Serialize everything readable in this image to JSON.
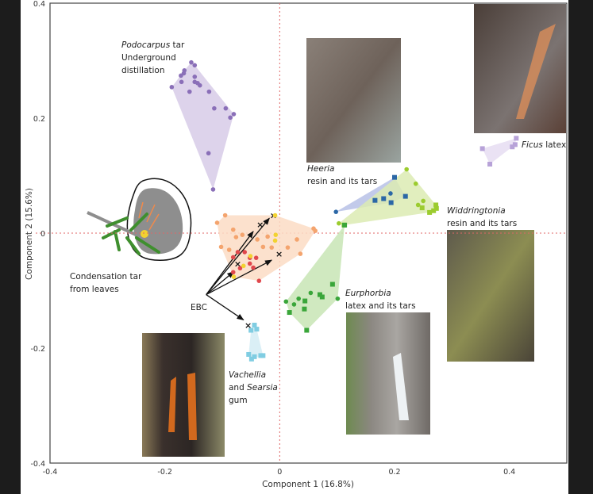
{
  "chart_data": {
    "type": "scatter",
    "title": "",
    "xlabel": "Component 1 (16.8%)",
    "ylabel": "Component 2 (15.6%)",
    "xlim": [
      -0.4,
      0.5
    ],
    "ylim": [
      -0.4,
      0.4
    ],
    "xticks": [
      "-0.4",
      "-0.2",
      "0",
      "0.2",
      "0.4"
    ],
    "xtick_values": [
      -0.4,
      -0.2,
      0,
      0.2,
      0.4
    ],
    "yticks": [
      "0.4",
      "0.2",
      "0",
      "-0.2",
      "-0.4"
    ],
    "ytick_values": [
      0.4,
      0.2,
      0,
      -0.2,
      -0.4
    ],
    "reference_lines": {
      "x": 0,
      "y": 0,
      "color": "#e06666"
    },
    "groups": [
      {
        "id": "podocarpus",
        "label_italic": "Podocarpus",
        "label_rest": " tar",
        "label_lines": [
          "Underground",
          "distillation"
        ],
        "color": "#8a6fb8",
        "fill": "#d7cbe8",
        "points": [
          [
            -0.188,
            0.254,
            "o"
          ],
          [
            -0.154,
            0.297,
            "o"
          ],
          [
            -0.148,
            0.292,
            "o"
          ],
          [
            -0.166,
            0.283,
            "o"
          ],
          [
            -0.172,
            0.274,
            "o"
          ],
          [
            -0.167,
            0.278,
            "o"
          ],
          [
            -0.171,
            0.263,
            "o"
          ],
          [
            -0.157,
            0.246,
            "o"
          ],
          [
            -0.148,
            0.272,
            "o"
          ],
          [
            -0.148,
            0.263,
            "o"
          ],
          [
            -0.143,
            0.261,
            "o"
          ],
          [
            -0.139,
            0.257,
            "o"
          ],
          [
            -0.123,
            0.246,
            "o"
          ],
          [
            -0.114,
            0.217,
            "o"
          ],
          [
            -0.094,
            0.217,
            "o"
          ],
          [
            -0.086,
            0.201,
            "o"
          ],
          [
            -0.08,
            0.207,
            "o"
          ],
          [
            -0.124,
            0.139,
            "o"
          ],
          [
            -0.116,
            0.076,
            "o"
          ]
        ]
      },
      {
        "id": "condensation",
        "label_lines": [
          "Condensation tar",
          "from leaves"
        ],
        "color": "#f4a46e",
        "fill": "#fbdcc4",
        "points": [
          [
            -0.095,
            0.031,
            "o"
          ],
          [
            -0.109,
            0.018,
            "o"
          ],
          [
            -0.081,
            0.006,
            "o"
          ],
          [
            -0.076,
            -0.007,
            "o"
          ],
          [
            -0.102,
            -0.024,
            "o"
          ],
          [
            -0.088,
            -0.029,
            "o"
          ],
          [
            -0.039,
            -0.011,
            "o"
          ],
          [
            -0.029,
            -0.024,
            "o"
          ],
          [
            -0.021,
            -0.006,
            "o"
          ],
          [
            -0.014,
            -0.025,
            "o"
          ],
          [
            0.014,
            -0.025,
            "o"
          ],
          [
            0.03,
            -0.011,
            "o"
          ],
          [
            0.036,
            -0.036,
            "o"
          ],
          [
            0.059,
            0.008,
            "o"
          ],
          [
            0.062,
            0.004,
            "o"
          ],
          [
            -0.065,
            -0.003,
            "o"
          ]
        ],
        "red_points": [
          [
            -0.073,
            -0.033
          ],
          [
            -0.061,
            -0.033
          ],
          [
            -0.081,
            -0.042
          ],
          [
            -0.052,
            -0.043
          ],
          [
            -0.041,
            -0.043
          ],
          [
            -0.052,
            -0.053
          ],
          [
            -0.069,
            -0.061
          ],
          [
            -0.081,
            -0.068
          ],
          [
            -0.036,
            -0.083
          ],
          [
            -0.046,
            -0.06
          ]
        ],
        "yellow_points": [
          [
            -0.008,
            0.031
          ],
          [
            -0.007,
            -0.003
          ],
          [
            -0.008,
            -0.013
          ],
          [
            -0.051,
            -0.04
          ],
          [
            -0.063,
            -0.057
          ],
          [
            -0.08,
            -0.076
          ]
        ],
        "red": "#e0474c",
        "yellow": "#f2d230"
      },
      {
        "id": "heeria",
        "label_italic": "Heeria",
        "label_lines": [
          "resin and its tars"
        ],
        "color": "#2b67a6",
        "fill": "#b7c1e6",
        "points": [
          [
            0.098,
            0.037,
            "o"
          ],
          [
            0.2,
            0.097,
            "s"
          ],
          [
            0.166,
            0.057,
            "s"
          ],
          [
            0.181,
            0.06,
            "s"
          ],
          [
            0.194,
            0.053,
            "s"
          ],
          [
            0.219,
            0.064,
            "s"
          ],
          [
            0.193,
            0.069,
            "o"
          ]
        ]
      },
      {
        "id": "widdringtonia",
        "label_italic": "Widdringtonia",
        "label_lines": [
          "resin and its tars"
        ],
        "color": "#9ccc2f",
        "fill": "#dcebb3",
        "points": [
          [
            0.221,
            0.111,
            "o"
          ],
          [
            0.237,
            0.086,
            "o"
          ],
          [
            0.25,
            0.056,
            "o"
          ],
          [
            0.241,
            0.049,
            "o"
          ],
          [
            0.248,
            0.044,
            "s"
          ],
          [
            0.272,
            0.049,
            "s"
          ],
          [
            0.268,
            0.039,
            "s"
          ],
          [
            0.261,
            0.036,
            "s"
          ],
          [
            0.273,
            0.043,
            "s"
          ],
          [
            0.103,
            0.017,
            "o"
          ],
          [
            0.112,
            0.014,
            "s"
          ]
        ]
      },
      {
        "id": "ficus",
        "label_italic": "Ficus",
        "label_rest": " latex",
        "color": "#b7a2d8",
        "fill": "#e6ddf2",
        "points": [
          [
            0.412,
            0.165,
            "s"
          ],
          [
            0.405,
            0.15,
            "s"
          ],
          [
            0.41,
            0.154,
            "s"
          ],
          [
            0.353,
            0.147,
            "s"
          ],
          [
            0.366,
            0.12,
            "s"
          ]
        ]
      },
      {
        "id": "euphorbia",
        "label_italic": "Eurphorbia",
        "label_lines": [
          "latex and its tars"
        ],
        "color": "#3aa63a",
        "fill": "#c8e5b5",
        "points": [
          [
            0.113,
            0.014,
            "s"
          ],
          [
            0.092,
            -0.089,
            "s"
          ],
          [
            0.054,
            -0.104,
            "o"
          ],
          [
            0.07,
            -0.107,
            "s"
          ],
          [
            0.074,
            -0.111,
            "s"
          ],
          [
            0.101,
            -0.114,
            "o"
          ],
          [
            0.033,
            -0.114,
            "o"
          ],
          [
            0.011,
            -0.119,
            "o"
          ],
          [
            0.025,
            -0.124,
            "o"
          ],
          [
            0.044,
            -0.118,
            "s"
          ],
          [
            0.043,
            -0.132,
            "s"
          ],
          [
            0.017,
            -0.138,
            "s"
          ],
          [
            0.047,
            -0.169,
            "s"
          ]
        ]
      },
      {
        "id": "vachellia",
        "label_italic": "Vachellia",
        "label_lines_mixed": [
          "and ",
          "Searsia"
        ],
        "label_last": "gum",
        "color": "#80cde2",
        "fill": "#d3ecf4",
        "points": [
          [
            -0.044,
            -0.16,
            "s"
          ],
          [
            -0.04,
            -0.167,
            "s"
          ],
          [
            -0.05,
            -0.169,
            "s"
          ],
          [
            -0.054,
            -0.211,
            "s"
          ],
          [
            -0.044,
            -0.215,
            "s"
          ],
          [
            -0.033,
            -0.213,
            "s"
          ],
          [
            -0.029,
            -0.213,
            "s"
          ],
          [
            -0.049,
            -0.219,
            "s"
          ]
        ]
      }
    ],
    "ebc": {
      "label": "EBC",
      "origin": [
        -0.128,
        -0.107
      ],
      "vectors": [
        [
          -0.046,
          0.003
        ],
        [
          -0.018,
          0.026
        ],
        [
          -0.08,
          -0.067
        ],
        [
          -0.014,
          -0.047
        ],
        [
          -0.063,
          -0.151
        ]
      ],
      "markers": [
        [
          -0.011,
          0.031
        ],
        [
          -0.034,
          0.015
        ],
        [
          -0.001,
          -0.036
        ],
        [
          -0.073,
          -0.053
        ],
        [
          -0.055,
          -0.16
        ]
      ]
    }
  }
}
